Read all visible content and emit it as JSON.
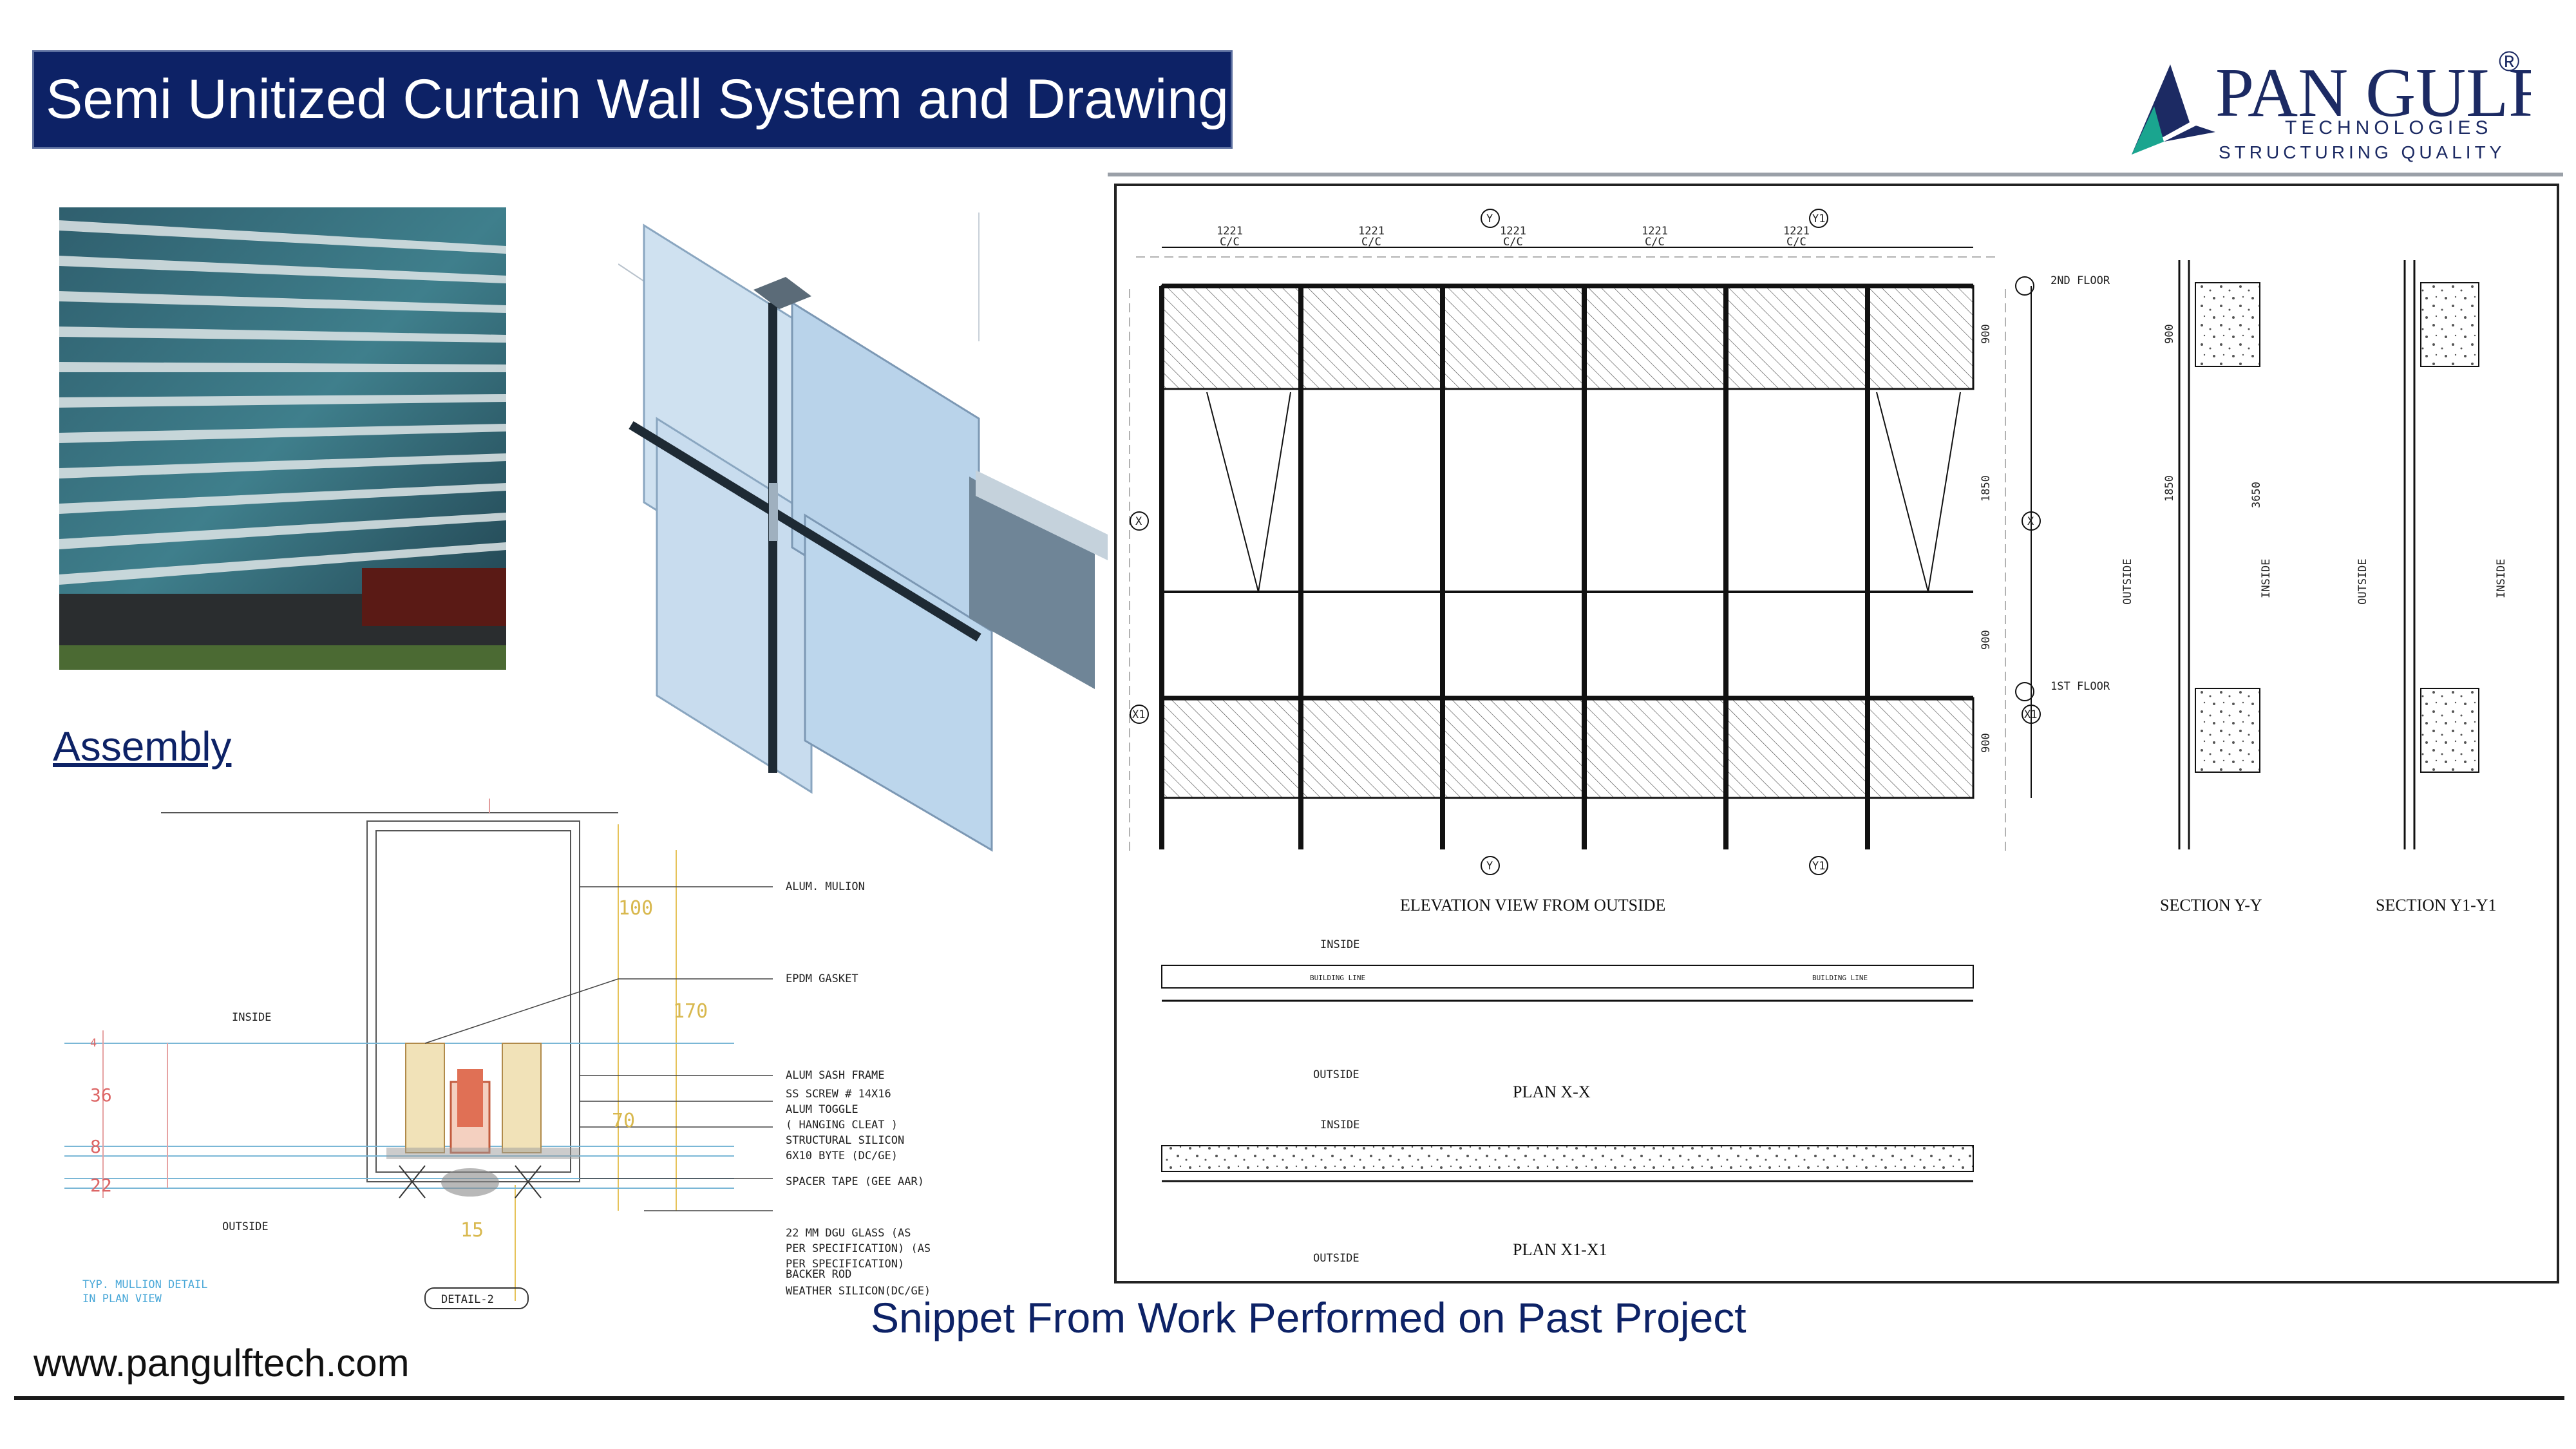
{
  "slide": {
    "title": "Semi Unitized Curtain Wall System and  Drawing",
    "assembly_label": "Assembly",
    "caption": "Snippet From Work Performed on Past Project",
    "website": "www.pangulftech.com"
  },
  "logo": {
    "brand": "PAN GULF",
    "sub": "TECHNOLOGIES",
    "tagline": "STRUCTURING QUALITY",
    "registered": "®",
    "colors": {
      "navy": "#1c2a63",
      "teal": "#1aa58f"
    }
  },
  "detail": {
    "labels": [
      "ALUM. MULION",
      "EPDM GASKET",
      "ALUM SASH FRAME",
      "SS SCREW # 14X16",
      "ALUM TOGGLE",
      "( HANGING CLEAT )",
      "STRUCTURAL SILICON",
      "6X10 BYTE (DC/GE)",
      "SPACER TAPE (GEE AAR)",
      "22 MM DGU GLASS (AS",
      "PER SPECIFICATION) (AS",
      "PER SPECIFICATION)",
      "BACKER ROD",
      "WEATHER SILICON(DC/GE)"
    ],
    "inside": "INSIDE",
    "outside": "OUTSIDE",
    "dims": [
      "4",
      "36",
      "8",
      "22",
      "100",
      "170",
      "70",
      "15"
    ],
    "note1": "TYP. MULLION DETAIL",
    "note2": "IN PLAN VIEW",
    "tag": "DETAIL-2"
  },
  "drawing": {
    "bay_spacing": "1221",
    "cc": "C/C",
    "floor_2": "2ND  FLOOR",
    "floor_1": "1ST  FLOOR",
    "v_dims": [
      "900",
      "1850",
      "900",
      "900"
    ],
    "overall": "3650",
    "section_marks": [
      "Y",
      "Y1",
      "X",
      "X1"
    ],
    "elevation_title": "ELEVATION VIEW FROM OUTSIDE",
    "section_yy": "SECTION Y-Y",
    "section_y1": "SECTION Y1-Y1",
    "inside": "INSIDE",
    "outside": "OUTSIDE",
    "building_line": "BUILDING LINE",
    "plan_xx": "PLAN X-X",
    "plan_x1": "PLAN X1-X1"
  }
}
